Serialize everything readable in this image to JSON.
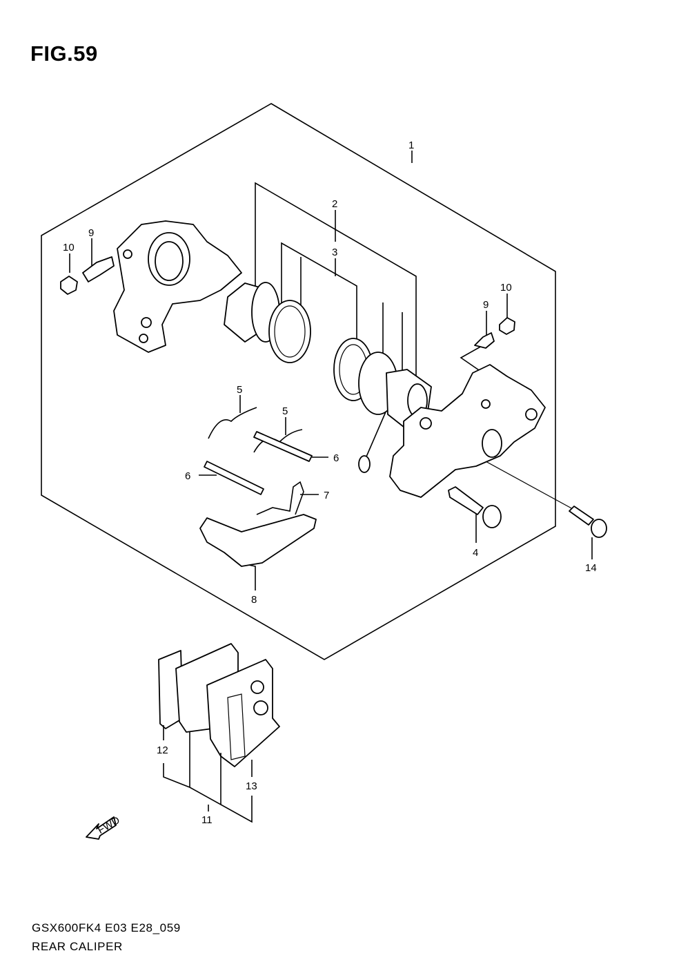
{
  "figure": {
    "title": "FIG.59",
    "model_code": "GSX600FK4 E03 E28_059",
    "section_name": "REAR CALIPER",
    "fwd_label": "FWD"
  },
  "callouts": [
    {
      "id": "c1",
      "label": "1"
    },
    {
      "id": "c2",
      "label": "2"
    },
    {
      "id": "c3",
      "label": "3"
    },
    {
      "id": "c4",
      "label": "4"
    },
    {
      "id": "c5a",
      "label": "5"
    },
    {
      "id": "c5b",
      "label": "5"
    },
    {
      "id": "c6a",
      "label": "6"
    },
    {
      "id": "c6b",
      "label": "6"
    },
    {
      "id": "c7",
      "label": "7"
    },
    {
      "id": "c8",
      "label": "8"
    },
    {
      "id": "c9a",
      "label": "9"
    },
    {
      "id": "c9b",
      "label": "9"
    },
    {
      "id": "c10a",
      "label": "10"
    },
    {
      "id": "c10b",
      "label": "10"
    },
    {
      "id": "c11",
      "label": "11"
    },
    {
      "id": "c12",
      "label": "12"
    },
    {
      "id": "c13",
      "label": "13"
    },
    {
      "id": "c14",
      "label": "14"
    }
  ]
}
